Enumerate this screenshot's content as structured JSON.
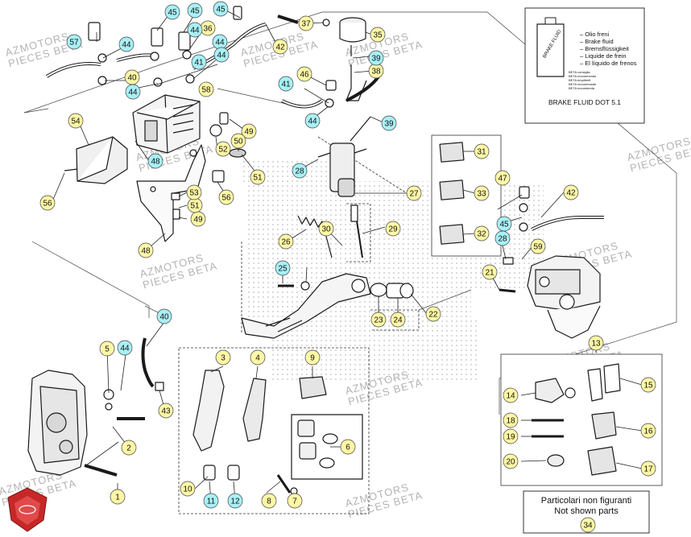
{
  "colors": {
    "yellow": "#fef7a6",
    "cyan": "#a8f0f6",
    "line": "#222222",
    "watermark": "#b8b8b8",
    "logo": "#c62828"
  },
  "watermark": {
    "line1": "AZMOTORS",
    "line2": "PIECES BETA"
  },
  "fluid_label": {
    "product_name": "BRAKE FLUID",
    "lines": [
      "Olio freni",
      "Brake fluid",
      "Bremsflüssigkeit",
      "Liquide de frein",
      "El líquido de frenos"
    ],
    "fine_lines": [
      "BETA consiglia",
      "BETA recommends",
      "BETA empfiehlt",
      "BETA recommande",
      "BETA recomienda"
    ],
    "caption": "BRAKE FLUID DOT 5.1"
  },
  "not_shown": {
    "line1": "Particolari non figuranti",
    "line2": "Not shown parts",
    "ref": "34"
  },
  "callouts": [
    {
      "id": "1",
      "color": "yellow"
    },
    {
      "id": "2",
      "color": "yellow"
    },
    {
      "id": "3",
      "color": "yellow"
    },
    {
      "id": "4",
      "color": "yellow"
    },
    {
      "id": "5",
      "color": "yellow"
    },
    {
      "id": "6",
      "color": "yellow"
    },
    {
      "id": "7",
      "color": "yellow"
    },
    {
      "id": "8",
      "color": "yellow"
    },
    {
      "id": "9",
      "color": "yellow"
    },
    {
      "id": "10",
      "color": "yellow"
    },
    {
      "id": "11",
      "color": "cyan"
    },
    {
      "id": "12",
      "color": "cyan"
    },
    {
      "id": "13",
      "color": "yellow"
    },
    {
      "id": "14",
      "color": "yellow"
    },
    {
      "id": "15",
      "color": "yellow"
    },
    {
      "id": "16",
      "color": "yellow"
    },
    {
      "id": "17",
      "color": "yellow"
    },
    {
      "id": "18",
      "color": "yellow"
    },
    {
      "id": "19",
      "color": "yellow"
    },
    {
      "id": "20",
      "color": "yellow"
    },
    {
      "id": "21",
      "color": "yellow"
    },
    {
      "id": "22",
      "color": "yellow"
    },
    {
      "id": "23",
      "color": "yellow"
    },
    {
      "id": "24",
      "color": "yellow"
    },
    {
      "id": "25",
      "color": "cyan"
    },
    {
      "id": "26",
      "color": "yellow"
    },
    {
      "id": "27",
      "color": "yellow"
    },
    {
      "id": "28",
      "color": "cyan"
    },
    {
      "id": "28",
      "color": "cyan"
    },
    {
      "id": "29",
      "color": "yellow"
    },
    {
      "id": "30",
      "color": "yellow"
    },
    {
      "id": "31",
      "color": "yellow"
    },
    {
      "id": "32",
      "color": "yellow"
    },
    {
      "id": "33",
      "color": "yellow"
    },
    {
      "id": "34",
      "color": "yellow"
    },
    {
      "id": "35",
      "color": "yellow"
    },
    {
      "id": "36",
      "color": "yellow"
    },
    {
      "id": "37",
      "color": "yellow"
    },
    {
      "id": "38",
      "color": "yellow"
    },
    {
      "id": "39",
      "color": "cyan"
    },
    {
      "id": "39",
      "color": "cyan"
    },
    {
      "id": "40",
      "color": "cyan"
    },
    {
      "id": "40",
      "color": "yellow"
    },
    {
      "id": "41",
      "color": "cyan"
    },
    {
      "id": "41",
      "color": "cyan"
    },
    {
      "id": "42",
      "color": "yellow"
    },
    {
      "id": "42",
      "color": "yellow"
    },
    {
      "id": "43",
      "color": "yellow"
    },
    {
      "id": "44",
      "color": "cyan"
    },
    {
      "id": "44",
      "color": "cyan"
    },
    {
      "id": "44",
      "color": "cyan"
    },
    {
      "id": "44",
      "color": "cyan"
    },
    {
      "id": "44",
      "color": "cyan"
    },
    {
      "id": "44",
      "color": "cyan"
    },
    {
      "id": "44",
      "color": "cyan"
    },
    {
      "id": "45",
      "color": "cyan"
    },
    {
      "id": "45",
      "color": "cyan"
    },
    {
      "id": "45",
      "color": "cyan"
    },
    {
      "id": "45",
      "color": "cyan"
    },
    {
      "id": "46",
      "color": "yellow"
    },
    {
      "id": "47",
      "color": "yellow"
    },
    {
      "id": "48",
      "color": "cyan"
    },
    {
      "id": "48",
      "color": "yellow"
    },
    {
      "id": "49",
      "color": "yellow"
    },
    {
      "id": "49",
      "color": "yellow"
    },
    {
      "id": "50",
      "color": "yellow"
    },
    {
      "id": "51",
      "color": "yellow"
    },
    {
      "id": "51",
      "color": "yellow"
    },
    {
      "id": "52",
      "color": "yellow"
    },
    {
      "id": "53",
      "color": "yellow"
    },
    {
      "id": "54",
      "color": "yellow"
    },
    {
      "id": "56",
      "color": "yellow"
    },
    {
      "id": "56",
      "color": "yellow"
    },
    {
      "id": "57",
      "color": "cyan"
    },
    {
      "id": "58",
      "color": "yellow"
    },
    {
      "id": "59",
      "color": "yellow"
    }
  ]
}
